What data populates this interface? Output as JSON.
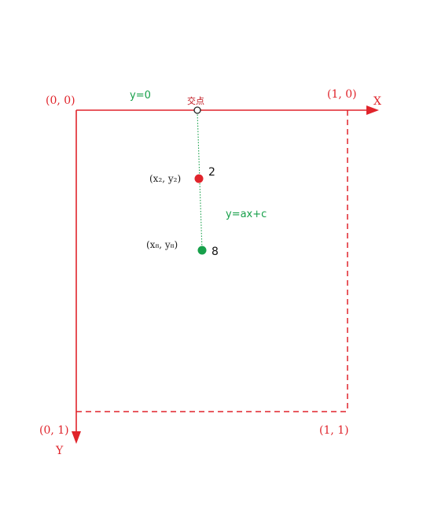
{
  "labels": {
    "origin": "(0, 0)",
    "top_right": "(1, 0)",
    "bottom_left": "(0, 1)",
    "bottom_right": "(1, 1)",
    "x_axis": "X",
    "y_axis": "Y",
    "line_y0": "y=0",
    "intersection": "交点",
    "line_eq": "y=ax+c"
  },
  "points": {
    "p2": {
      "coord_label": "(x₂, y₂)",
      "index_label": "2",
      "color": "#e0242b"
    },
    "p8": {
      "coord_label": "(x₈, y₈)",
      "index_label": "8",
      "color": "#17a04a"
    }
  },
  "colors": {
    "axis": "#e0242b",
    "fit_line": "#17a04a",
    "intersection_stroke": "#222222"
  }
}
